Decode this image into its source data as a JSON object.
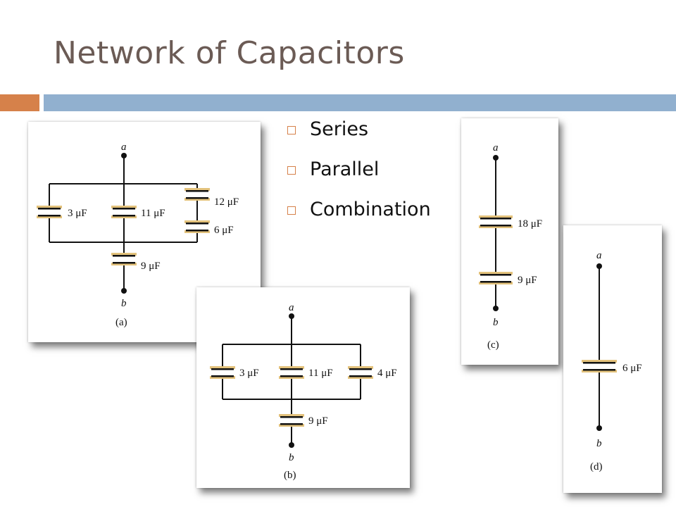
{
  "slide": {
    "title": "Network of Capacitors",
    "bullets": [
      "Series",
      "Parallel",
      "Combination"
    ]
  },
  "colors": {
    "title": "#6b5b55",
    "accent_bar": "#d6814a",
    "header_bar": "#91b0cf",
    "capacitor_plate_highlight": "#e3c27c",
    "wire": "#111111"
  },
  "diagrams": {
    "a": {
      "label": "(a)",
      "node_top": "a",
      "node_bottom": "b",
      "caps": [
        "3 μF",
        "11 μF",
        "12 μF",
        "6 μF",
        "9 μF"
      ]
    },
    "b": {
      "label": "(b)",
      "node_top": "a",
      "node_bottom": "b",
      "caps": [
        "3 μF",
        "11 μF",
        "4 μF",
        "9 μF"
      ]
    },
    "c": {
      "label": "(c)",
      "node_top": "a",
      "node_bottom": "b",
      "caps": [
        "18 μF",
        "9 μF"
      ]
    },
    "d": {
      "label": "(d)",
      "node_top": "a",
      "node_bottom": "b",
      "caps": [
        "6 μF"
      ]
    }
  }
}
